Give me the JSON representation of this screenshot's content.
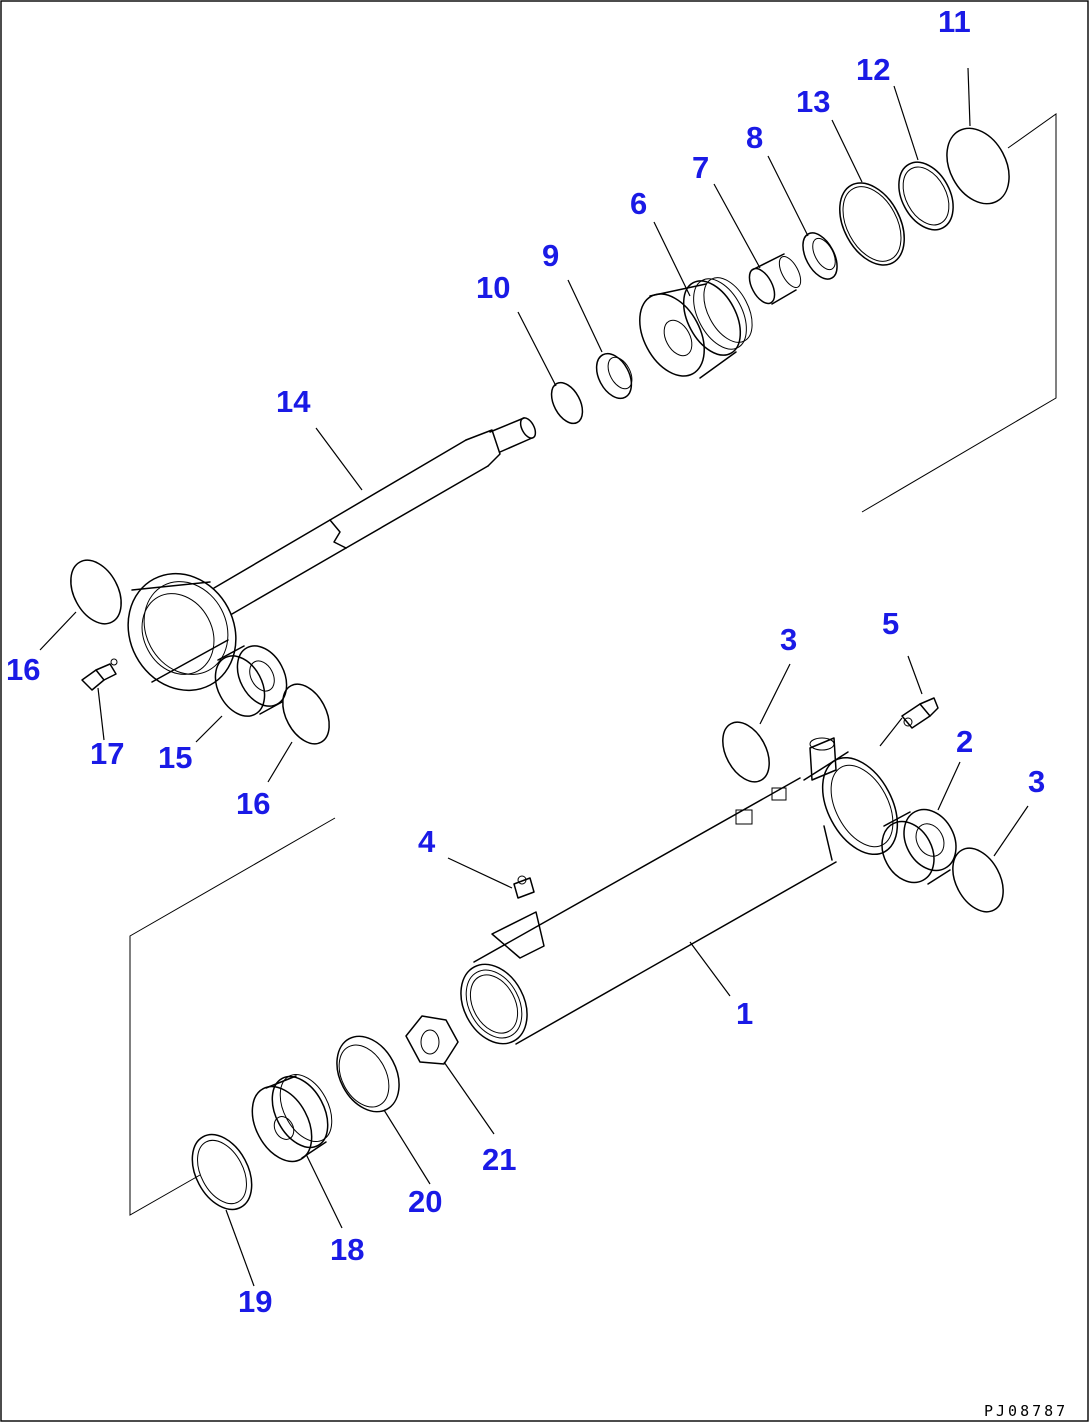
{
  "drawing_code": "PJ08787",
  "accent_color": "#1a1ae6",
  "callouts": {
    "c1": "1",
    "c2": "2",
    "c3a": "3",
    "c3b": "3",
    "c4": "4",
    "c5": "5",
    "c6": "6",
    "c7": "7",
    "c8": "8",
    "c9": "9",
    "c10": "10",
    "c11": "11",
    "c12": "12",
    "c13": "13",
    "c14": "14",
    "c15": "15",
    "c16a": "16",
    "c16b": "16",
    "c17": "17",
    "c18": "18",
    "c19": "19",
    "c20": "20",
    "c21": "21"
  }
}
